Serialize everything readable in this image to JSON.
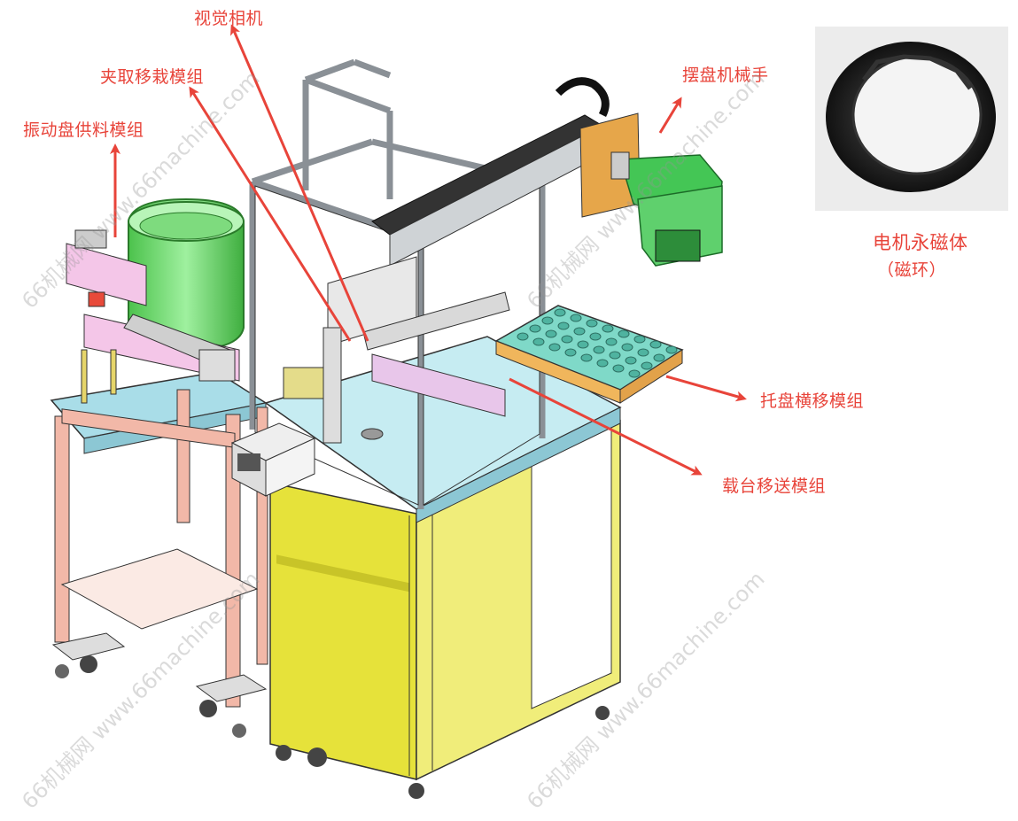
{
  "callouts": {
    "vision_camera": "视觉相机",
    "gripper_transfer": "夹取移栽模组",
    "vibratory_feeder": "振动盘供料模组",
    "tray_robot": "摆盘机械手",
    "tray_traverse": "托盘横移模组",
    "carrier_transfer": "载台移送模组"
  },
  "product": {
    "name": "电机永磁体",
    "subname": "（磁环）"
  },
  "watermark": {
    "text": "66机械网 www.66machine.com"
  },
  "colors": {
    "callout": "#e8443a",
    "arrow": "#e8443a",
    "frame": "#9aa0a6",
    "cabinet": "#e6e23a",
    "table_leg": "#f2b8a8",
    "table_top": "#a9dde8",
    "bowl": "#6fdc6f",
    "robot_green": "#44c655",
    "tray": "#7fd9c8",
    "tray_base": "#e2a24a",
    "magnet": "#222222"
  }
}
